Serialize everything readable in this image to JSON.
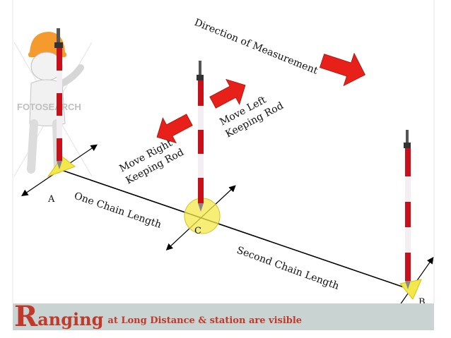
{
  "labels": {
    "direction": "Direction of Measurement",
    "move_left_1": "Move Left",
    "move_left_2": "Keeping Rod",
    "move_right_1": "Move Right",
    "move_right_2": "Keeping Rod",
    "one_chain": "One Chain Length",
    "second_chain": "Second Chain Length",
    "station_a": "A",
    "station_b": "B",
    "station_c": "C"
  },
  "watermark": "FOTOSEARCH",
  "footer": {
    "initial": "R",
    "word_rest": "anging",
    "text": "at Long Distance & station are visible"
  },
  "colors": {
    "arrow_red": "#e8201a",
    "rod_red": "#c8101a",
    "rod_white": "#f2eef2",
    "triangle": "#f3e84a",
    "footer_bg": "#c9d3d2",
    "footer_text": "#c0392b"
  }
}
